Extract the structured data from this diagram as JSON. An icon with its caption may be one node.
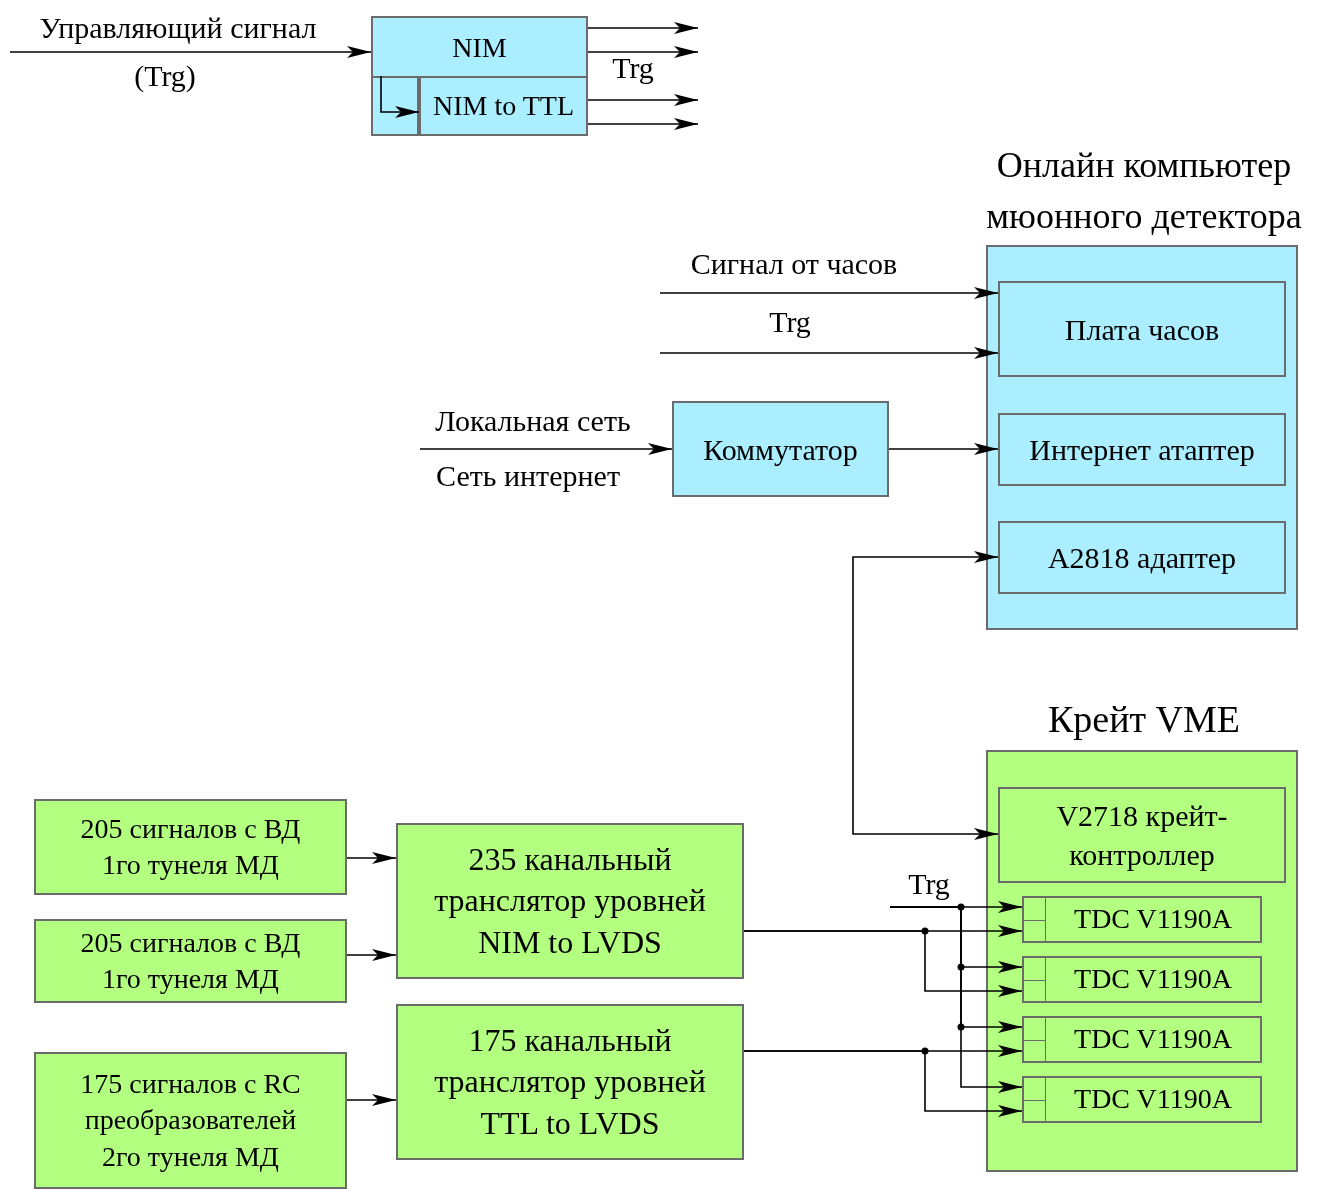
{
  "diagram": {
    "nodes": [
      {
        "text": [
          "NIM"
        ]
      },
      {
        "text": [
          "NIM to TTL"
        ],
        "in": 0
      },
      {
        "text": [],
        "shape": "box",
        "in": 0
      },
      {
        "text": [
          "Онлайн компьютер мюонного детектора"
        ]
      },
      {
        "text": [
          "Плата часов"
        ],
        "in": 3
      },
      {
        "text": [
          "Интернет атаптер"
        ],
        "in": 3
      },
      {
        "text": [
          "A2818 адаптер"
        ],
        "in": 3
      },
      {
        "text": [
          "Коммутатор"
        ]
      },
      {
        "text": [
          "Крейт VME"
        ]
      },
      {
        "text": [
          "V2718 крейт-контроллер"
        ],
        "in": 8
      },
      {
        "text": [
          "TDC V1190A"
        ],
        "in": 8
      },
      {
        "text": [
          "TDC V1190A"
        ],
        "in": 8
      },
      {
        "text": [
          "TDC V1190A"
        ],
        "in": 8
      },
      {
        "text": [
          "TDC V1190A"
        ],
        "in": 8
      },
      {
        "text": [
          "205 сигналов с ВД 1го тунеля МД"
        ]
      },
      {
        "text": [
          "205 сигналов с ВД 1го тунеля МД"
        ]
      },
      {
        "text": [
          "175 сигналов с RC преобразователей 2го тунеля МД"
        ]
      },
      {
        "text": [
          "235 канальный транслятор уровней NIM to LVDS"
        ]
      },
      {
        "text": [
          "175 канальный транслятор уровней TTL to LVDS"
        ]
      }
    ],
    "edges": [
      {
        "from": null,
        "to": 0,
        "arrow": "to",
        "label": "Управляющий сигнал"
      },
      {
        "from": 0,
        "to": null,
        "arrow": "to"
      },
      {
        "from": 0,
        "to": null,
        "arrow": "to"
      },
      {
        "from": 1,
        "to": null,
        "arrow": "to"
      },
      {
        "from": 1,
        "to": null,
        "arrow": "to"
      },
      {
        "from": 2,
        "to": 1,
        "arrow": "to"
      },
      {
        "from": null,
        "to": 4,
        "arrow": "to",
        "label": "Сигнал от часов"
      },
      {
        "from": null,
        "to": 4,
        "arrow": "to",
        "label": "Trg"
      },
      {
        "from": null,
        "to": 7,
        "arrow": "to",
        "label": "Локальная сеть"
      },
      {
        "from": 7,
        "to": 5,
        "arrow": "to"
      },
      {
        "from": 9,
        "to": 6,
        "arrow": "both"
      },
      {
        "from": 14,
        "to": 17,
        "arrow": "to"
      },
      {
        "from": 15,
        "to": 17,
        "arrow": "to"
      },
      {
        "from": 16,
        "to": 18,
        "arrow": "to"
      },
      {
        "from": 17,
        "to": 10,
        "arrow": "to"
      },
      {
        "from": 17,
        "to": 11,
        "arrow": "to"
      },
      {
        "from": 18,
        "to": 12,
        "arrow": "to"
      },
      {
        "from": 18,
        "to": 13,
        "arrow": "to"
      },
      {
        "from": null,
        "to": 10,
        "arrow": "to",
        "label": "Trg"
      },
      {
        "from": null,
        "to": 11,
        "arrow": "to"
      },
      {
        "from": null,
        "to": 12,
        "arrow": "to"
      },
      {
        "from": null,
        "to": 13,
        "arrow": "to"
      }
    ],
    "labels": [
      "(Trg)",
      "Trg",
      "Сеть интернет"
    ]
  }
}
